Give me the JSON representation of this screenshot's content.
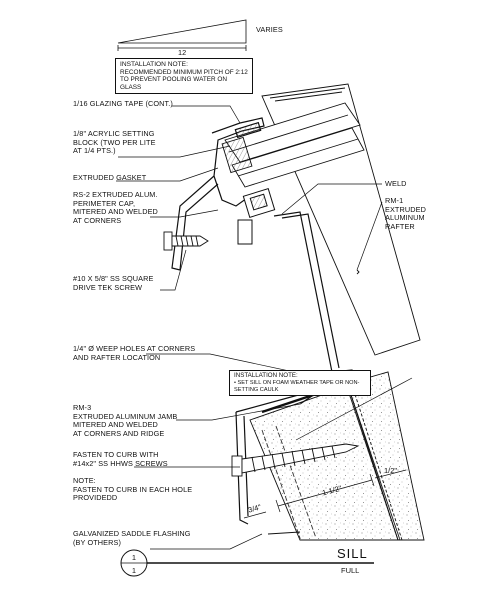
{
  "slope": {
    "rise_label": "VARIES",
    "run_label": "12"
  },
  "installation_note_top": {
    "title": "INSTALLATION NOTE:",
    "text": "RECOMMENDED MINIMUM PITCH OF 2:12 TO PREVENT POOLING WATER ON GLASS"
  },
  "installation_note_mid": {
    "title": "INSTALLATION NOTE:",
    "bullet": "•",
    "text": "SET SILL ON FOAM WEATHER TAPE OR NON-SETTING CAULK"
  },
  "labels": {
    "glazing_tape": "1/16 GLAZING TAPE (CONT.)",
    "setting_block": [
      "1/8\" ACRYLIC SETTING",
      "BLOCK (TWO PER LITE",
      "AT 1/4 PTS.)"
    ],
    "gasket": "EXTRUDED GASKET",
    "perimeter_cap": [
      "RS-2 EXTRUDED ALUM.",
      "PERIMETER CAP,",
      "MITERED AND WELDED",
      "AT CORNERS"
    ],
    "screw": [
      "#10 X 5/8\" SS SQUARE",
      "DRIVE TEK SCREW"
    ],
    "weep_holes": [
      "1/4\" Ø WEEP HOLES AT CORNERS",
      "AND RAFTER LOCATION"
    ],
    "jamb": [
      "RM-3",
      "EXTRUDED ALUMINUM JAMB",
      "MITERED AND WELDED",
      "AT CORNERS AND RIDGE"
    ],
    "fasten": [
      "FASTEN TO CURB WITH",
      "#14x2\" SS HHWS SCREWS"
    ],
    "note": [
      "NOTE:",
      "FASTEN TO CURB IN EACH HOLE",
      "PROVIDEDD"
    ],
    "saddle": [
      "GALVANIZED SADDLE FLASHING",
      "(BY OTHERS)"
    ],
    "weld": "WELD",
    "rafter": [
      "RM-1",
      "EXTRUDED",
      "ALUMINUM",
      "RAFTER"
    ]
  },
  "dimensions": {
    "d1": "1-1/2\"",
    "d2": "1/2\"",
    "d3": "3/4\""
  },
  "title_block": {
    "title": "SILL",
    "scale": "FULL",
    "detail_number": "1",
    "sheet_number": "1"
  }
}
